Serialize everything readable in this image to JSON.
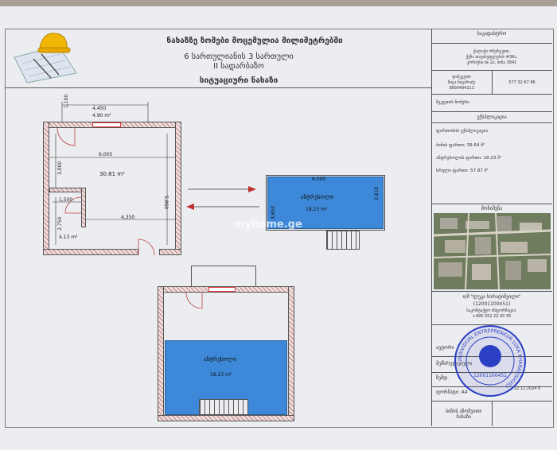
{
  "header": {
    "title_line1": "ნახაზზე ზომები მოცემულია მილიმეტრებში",
    "title_line2": "6 სართულიანის 3 სართული",
    "title_line3": "II სადარბაზო",
    "title_line4": "სიტუაციური ნახაზი"
  },
  "plan_main": {
    "dim_top": "4,450",
    "area_top": "4.90 m²",
    "dim_width": "6,005",
    "dim_left_vert": "1,100",
    "dim_left_mid": "3,000",
    "dim_right_vert": "5,860",
    "room_area": "30.81 m²",
    "dim_small": "1,500",
    "dim_small_vert": "2,750",
    "small_area": "4.13 m²",
    "dim_bottom": "4,350"
  },
  "plan_mezz": {
    "dim_top": "6,000",
    "label": "ანტრესოლი",
    "area": "18.23 m²",
    "dim_left": "3,650",
    "dim_right": "2,810"
  },
  "plan_bottom": {
    "label": "ანტრესოლი",
    "area": "18.23 m²"
  },
  "watermark": "myhome.ge",
  "side_panel": {
    "box1_title": "საკადასტრო",
    "box1_line1": "ქალაქი ოზურგეთი,",
    "box1_line2": "ქუჩა თავისუფლების #36ა,",
    "box1_line3": "კორპუსი № 2ა, ბინა 3841",
    "label_a": "დამკვეთი",
    "value_a_line1": "ზიგა ნიჟარაძე",
    "value_a_line2": "3800404211",
    "phone": "577 32 67 96",
    "label_b": "შეკვეთის ნომერი",
    "section_title": "ექსპლიკაცია",
    "exp_title": "ფართობის ექსპლიკაცია",
    "exp_line1": "ბინის ფართი: 39.64 მ²",
    "exp_line2": "ანტრესოლის ფართი: 18.23 მ²",
    "exp_line3": "სრული ფართი: 57.87 მ²",
    "map_title": "მონიშვნა",
    "contractor_line1": "ი/მ \"ლუკა ხარატიშვილი\"",
    "contractor_line2": "(12001100451)",
    "contractor_line3": "საკონტაქტო ინფორმაცია:",
    "contractor_line4": "+995 552 22 00 95",
    "row1_label": "ავტორი",
    "row2_label": "შემსრულებელი",
    "row3_label": "ზემდ.",
    "row4_label": "ფორმატი: A4",
    "date": "22.11.2024 წ",
    "footer_label": "ბინის აზომვითი\nნახაზი"
  },
  "seal": {
    "ring_text": "INDIVIDUAL ENTREPRENEUR LUKA KHARATISHVILI",
    "center_text": "12001100451"
  }
}
